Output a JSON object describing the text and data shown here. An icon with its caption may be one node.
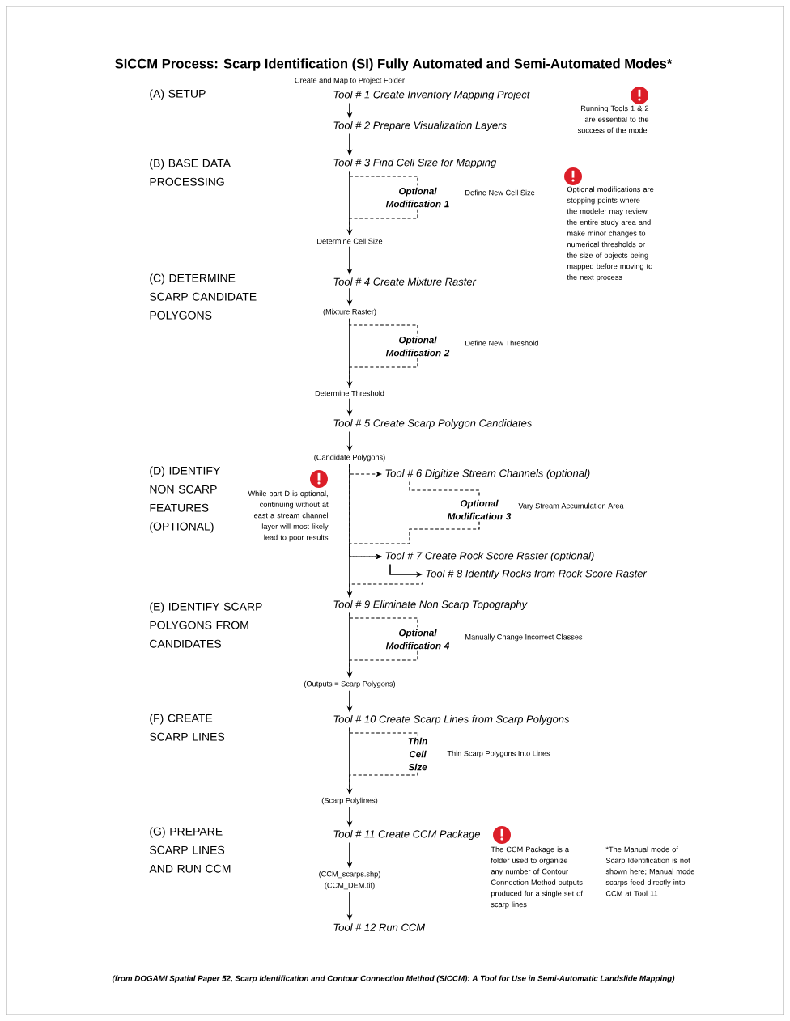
{
  "diagram": {
    "title": "SICCM Process: Scarp Identification (SI) Fully Automated and Semi-Automated Modes*",
    "caption": "(from DOGAMI Spatial Paper 52, Scarp Identification and Contour Connection Method (SICCM): A Tool for Use in Semi-Automatic Landslide Mapping)",
    "nodes": [
      {
        "text": [
          "Tool # 1 Create Inventory Mapping Project"
        ],
        "beside": [
          "Create and Map to Project Folder"
        ]
      },
      {
        "text": [
          "Tool # 2 Prepare Visualization Layers"
        ]
      },
      {
        "text": [
          "Tool # 3 Find Cell Size for Mapping"
        ]
      },
      {
        "text": [
          "Optional Modification 1"
        ],
        "beside": [
          "Define New Cell Size"
        ]
      },
      {
        "text": [
          "Determine Cell Size"
        ]
      },
      {
        "text": [
          "Tool # 4 Create Mixture Raster"
        ]
      },
      {
        "text": [
          "(Mixture Raster)"
        ]
      },
      {
        "text": [
          "Optional Modification 2"
        ],
        "beside": [
          "Define New Threshold"
        ]
      },
      {
        "text": [
          "Determine Threshold"
        ]
      },
      {
        "text": [
          "Tool # 5 Create Scarp Polygon Candidates"
        ]
      },
      {
        "text": [
          "(Candidate Polygons)"
        ]
      },
      {
        "text": [
          "Tool # 6 Digitize Stream Channels (optional)"
        ]
      },
      {
        "text": [
          "Optional Modification 3"
        ],
        "beside": [
          "Vary Stream Accumulation Area"
        ]
      },
      {
        "text": [
          "Tool # 7 Create Rock Score Raster (optional)"
        ]
      },
      {
        "text": [
          "Tool # 8 Identify Rocks from Rock Score Raster"
        ]
      },
      {
        "text": [
          "Tool # 9 Eliminate Non Scarp Topography"
        ]
      },
      {
        "text": [
          "Optional Modification 4"
        ],
        "beside": [
          "Manually Change Incorrect Classes"
        ]
      },
      {
        "text": [
          "(Outputs = Scarp  Polygons)"
        ]
      },
      {
        "text": [
          "Tool # 10 Create Scarp Lines from Scarp Polygons"
        ]
      },
      {
        "text": [
          "Thin Cell Size"
        ],
        "beside": [
          "Thin Scarp Polygons Into Lines"
        ]
      },
      {
        "text": [
          "(Scarp Polylines)"
        ]
      },
      {
        "text": [
          "Tool # 11 Create CCM Package"
        ]
      },
      {
        "text": [
          "(CCM_scarps.shp)",
          "(CCM_DEM.tif)"
        ]
      },
      {
        "text": [
          "Tool # 12 Run CCM"
        ]
      }
    ],
    "edges": [
      {
        "from": 0,
        "to": 1,
        "arrow": "to"
      },
      {
        "from": 1,
        "to": 2,
        "arrow": "to"
      },
      {
        "from": 2,
        "to": 4,
        "arrow": "to"
      },
      {
        "from": 2,
        "to": 3,
        "arrow": "none",
        "style": "dashed"
      },
      {
        "from": 3,
        "to": 4,
        "arrow": "none",
        "style": "dashed"
      },
      {
        "from": 4,
        "to": 5,
        "arrow": "to"
      },
      {
        "from": 5,
        "to": 6,
        "arrow": "to"
      },
      {
        "from": 6,
        "to": 8,
        "arrow": "to"
      },
      {
        "from": 6,
        "to": 7,
        "arrow": "none",
        "style": "dashed"
      },
      {
        "from": 7,
        "to": 8,
        "arrow": "none",
        "style": "dashed"
      },
      {
        "from": 8,
        "to": 9,
        "arrow": "to"
      },
      {
        "from": 9,
        "to": 10,
        "arrow": "to"
      },
      {
        "from": 10,
        "to": 15,
        "arrow": "to"
      },
      {
        "from": 10,
        "to": 11,
        "arrow": "to",
        "style": "dashed"
      },
      {
        "from": 11,
        "to": 12,
        "arrow": "none",
        "style": "dashed"
      },
      {
        "from": 12,
        "to": 13,
        "arrow": "to",
        "style": "dashed"
      },
      {
        "from": 10,
        "to": 13,
        "arrow": "to",
        "style": "dashed"
      },
      {
        "from": 13,
        "to": 14,
        "arrow": "to"
      },
      {
        "from": 14,
        "to": 15,
        "arrow": "none",
        "style": "dashed"
      },
      {
        "from": 15,
        "to": 17,
        "arrow": "to"
      },
      {
        "from": 15,
        "to": 16,
        "arrow": "none",
        "style": "dashed"
      },
      {
        "from": 16,
        "to": 17,
        "arrow": "none",
        "style": "dashed"
      },
      {
        "from": 17,
        "to": 18,
        "arrow": "to"
      },
      {
        "from": 18,
        "to": 20,
        "arrow": "to"
      },
      {
        "from": 18,
        "to": 19,
        "arrow": "none",
        "style": "dashed"
      },
      {
        "from": 19,
        "to": 20,
        "arrow": "none",
        "style": "dashed"
      },
      {
        "from": 20,
        "to": 21,
        "arrow": "to"
      },
      {
        "from": 21,
        "to": 22,
        "arrow": "to"
      },
      {
        "from": 22,
        "to": 23,
        "arrow": "to"
      }
    ],
    "labels": [
      "(A) SETUP",
      "Running Tools 1 & 2 are essential to the success of the  model",
      "(B) BASE DATA PROCESSING",
      "Optional modifications are stopping points where the modeler may review the entire study area and make minor changes to numerical thresholds or the size of objects being mapped before moving to the next process",
      "(C) DETERMINE SCARP CANDIDATE POLYGONS",
      "(D) IDENTIFY NON SCARP FEATURES (OPTIONAL)",
      "While part D is optional, continuing without at least a stream channel layer will most likely lead to poor results",
      "(E) IDENTIFY SCARP POLYGONS FROM CANDIDATES",
      "(F) CREATE SCARP LINES",
      "(G) PREPARE SCARP LINES AND RUN CCM",
      "The CCM Package is a folder used to organize any number of Contour Connection Method outputs produced for a single set of scarp lines",
      "*The Manual mode of Scarp Identification is not shown here; Manual mode scarps feed directly into CCM at Tool 11"
    ]
  }
}
